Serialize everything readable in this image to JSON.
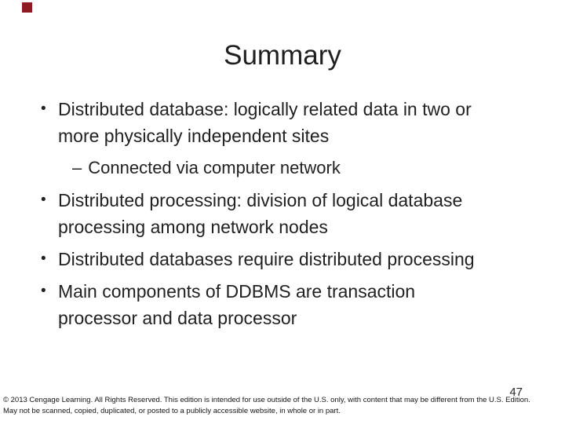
{
  "slide": {
    "accent_color": "#8E1B21",
    "title": "Summary",
    "bullet_char": "•",
    "dash_char": "–",
    "bullets": [
      {
        "level": 1,
        "text": "Distributed database: logically related data in two or more physically independent sites"
      },
      {
        "level": 2,
        "text": "Connected via computer network"
      },
      {
        "level": 1,
        "text": "Distributed processing: division of logical database processing among network nodes"
      },
      {
        "level": 1,
        "text": "Distributed databases require distributed processing"
      },
      {
        "level": 1,
        "text": "Main components of DDBMS are transaction processor and data processor"
      }
    ],
    "page_number": "47",
    "footer": {
      "line1": "© 2013 Cengage Learning. All Rights Reserved. This edition is intended for use outside of the U.S. only, with content that may be different from the U.S. Edition.",
      "line2": "May not be scanned, copied, duplicated, or posted to a publicly accessible website, in whole or in part."
    }
  }
}
